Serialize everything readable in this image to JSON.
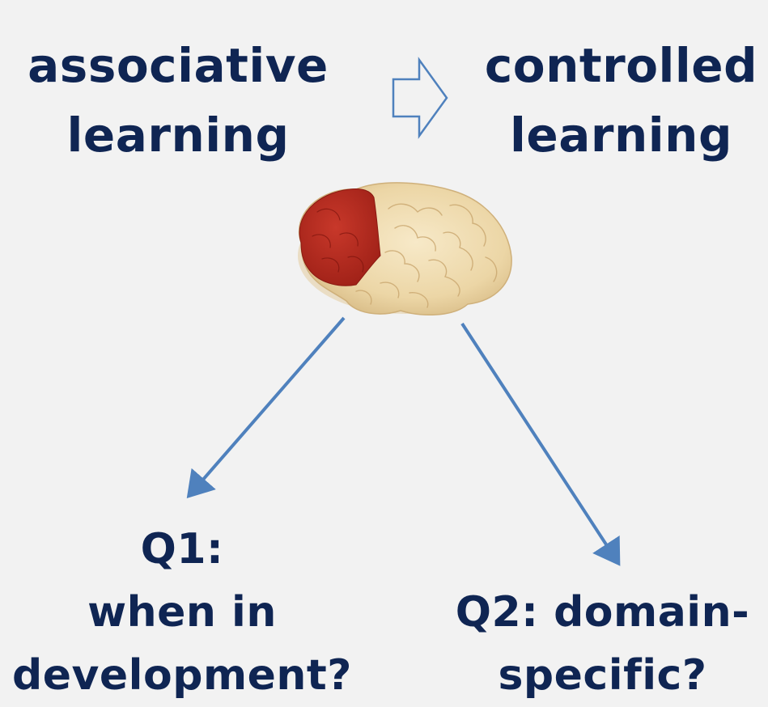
{
  "left_concept": {
    "line1": "associative",
    "line2": "learning"
  },
  "right_concept": {
    "line1": "controlled",
    "line2": "learning"
  },
  "question1": {
    "line1": "Q1:",
    "line2": "when in",
    "line3": "development?"
  },
  "question2": {
    "line1": "Q2: domain-",
    "line2": "specific?"
  },
  "colors": {
    "text": "#0f2553",
    "arrow": "#4f81bd",
    "background": "#f2f2f2",
    "brain_highlight": "#b52a1e",
    "brain_base": "#f0dcb0"
  },
  "icons": {
    "transition_arrow": "hollow-right-arrow-icon",
    "brain": "brain-prefrontal-highlight-icon"
  }
}
